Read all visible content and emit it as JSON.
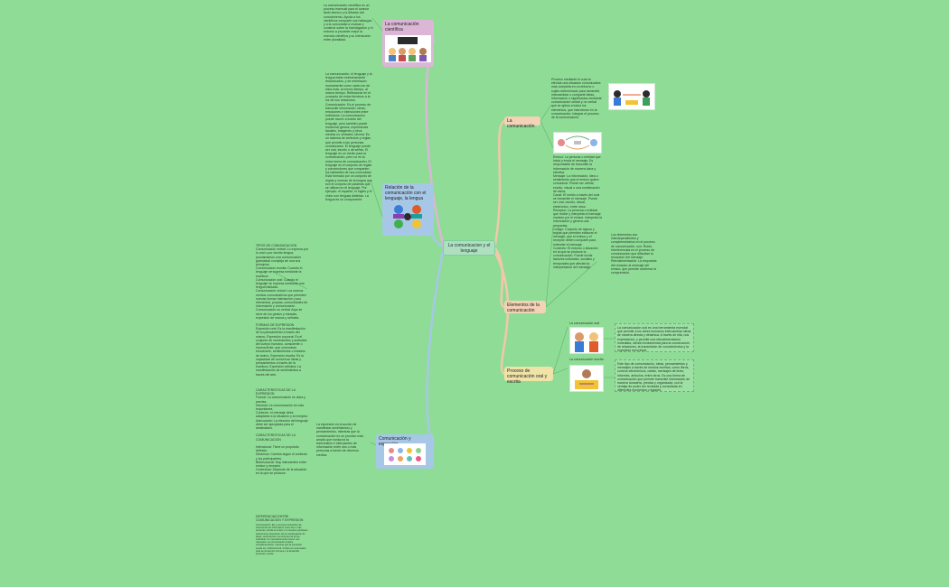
{
  "root": {
    "label": "La comunicacion y el lenguaje"
  },
  "topics": {
    "comunicacion": "La comunicación",
    "elementos": "Elementos de la comunicación",
    "proceso": "Proceso de comunicación oral y escrita",
    "cientifica": "La comunicación científica",
    "relacion": "Relación de la comunicación con el lenguaje, la lengua",
    "expresion": "Comunicación y expresión"
  },
  "texts": {
    "cientifica": "La comunicación científica es un proceso esencial para el avance tanto técnico y la difusión del conocimiento. Ayuda a los científicos compartir sus hallazgos y a la comunidad a evaluar y construir sobre la investigación y el entorno a proceder mejor la esencia científica y su interacción entre pluralidad.",
    "relacion": "La comunicación, el lenguaje y la lengua están estrechamente relacionados, y se entrelazan mutuamente como cada uno de ellos está, al mismo tiempo, al mismo tiempo. Reflexionar en el concepto de estos términos a la luz de sus relaciones: Comunicación: Es el proceso de transmitir información, ideas, emociones e intenciones entre individuos. La comunicación puede ocurrir a través del lenguaje, pero también puede involucrar gestos, expresiones faciales, imágenes y otros medios no verbales. Idioma: Es un sistema de símbolos y reglas que permite a las personas comunicarse. El lenguaje puede ser oral, escrito o de señas. El lenguaje es un medio para la comunicación, pero no es la única forma de comunicación. El lenguaje es el conjunto de reglas y convenciones que comparten los hablantes de una comunidad. Está formado por un conjunto de reglas y normas de la lengua que son el conjunto de palabras que se utilizan en el lenguaje. Por ejemplo: el español, el inglés y el chino son lenguas distintas. La lengua es un componente.",
    "comunicacion": "Proceso mediante el cual se efectúa una situación comunicativa más completa en un entorno o sujeto determinado para transmitir, intercambiar o compartir ideas, información o significados mediante comunicación verbal y no verbal que se aplica a todos los elementos, que intervienen en la comunicación. Integrar el proceso de la comunicación.",
    "elementos": "Emisor: La persona o entidad que inicia y envía el mensaje. Es responsable de transmitir la información de manera clara y efectiva.\nMensaje: La información, idea o sentimiento que el emisor quiere comunicar. Puede ser verbal, escrito, visual o una combinación de estos.\nCanal: El medio a través del cual se transmite el mensaje. Puede ser oral, escrito, visual, electrónico, entre otros.\nReceptor: La persona o entidad que recibe y interpreta el mensaje enviado por el emisor. Interpreta la información y genera una respuesta.\nCódigo: Conjunto de signos y reglas que permiten elaborar el mensaje, que el emisor y el receptor deben compartir para entender el mensaje.\nContexto: El entorno o situación en la que se produce la comunicación. Puede incluir factores culturales, sociales y temporales que afectan la interpretación del mensaje.",
    "elementos_side": "Los elementos son interdependientes y complementarios en el proceso de comunicación, son: Ruido: Interferencias en el proceso de comunicación que dificultan la recepción del mensaje. Retroalimentación: La respuesta del receptor al mensaje del emisor, que permite confirmar la comprensión.",
    "tipos": "TIPOS DE COMUNICACION\nComunicación verbal: Lo expresa por lo oral o por escrito lengua, proclamamos una comunicación gramatical compleja de una sus principios.\nComunicación escrita: Cuando el lenguaje se expresa mediante la escritura.\nComunicación oral: Cuando el lenguaje se expresa mediante una lengua hablada.\nComunicación virtual: Los nuevos medios comunicativos que permiten nuevas formas interacción y sus elementos, propias, comunidades de información y comunicación.\nComunicación no verbal: Aquí se sirve de los gestos y miradas, expresión de manos y señales.",
    "formas": "FORMAS DE EXPRESION\nExpresión oral: Es la manifestación de su pensamiento a través del mismo. Expresión corporal: Es el conjunto de movimientos y actitudes del cuerpo humano, consciente o inconsciente, que comunican emociones, sentimientos o estados de ánimo. Expresión escrita: Es la capacidad de comunicar ideas y pensamientos a través de la escritura. Expresión artística: La manifestación de sentimientos a través del arte.",
    "caracteristicas": "CARACTERISTICAS DE LA EXPRESION\nFormal: La comunicación es clara y precisa.\nInformal: La comunicación es más espontánea.\nContexto: el mensaje debe adaptarse a la situación y al receptor.\nAdecuación: La elección del lenguaje debe ser apropiada para el destinatario.\n\nCARACTERISTICAS DE LA COMUNICACION\n\nIntencional: Tiene un propósito definido.\nDinámica: Cambia según el contexto y los participantes.\nBidireccional: Hay intercambio entre emisor y receptor.\nContextual: Depende de la situación en la que se produce.",
    "diferencias": "DIFERENCIAS ENTRE COMUNICACION Y EXPRESION",
    "diferencias_body": "Comunicación: Es un proceso interactivo de intercambio de información entre dos o más personas, donde el emisor y el receptor participan activamente. Expresión: Es la manifestación de ideas, sentimientos o emociones de forma individual, sin necesariamente buscar una respuesta. La comunicación implica retroalimentación, mientras que la expresión puede ser unidireccional. Ambas son esenciales para la interacción humana y el desarrollo personal y social.",
    "expresion": "La expresión es la acción de manifestar sentimientos y pensamientos, mientras que la comunicación es un proceso más amplio que involucra la transmisión e intercambio de información entre dos o más personas a través de diversos medios.",
    "oral_label": "La comunicación oral",
    "escrita_label": "La comunicación escrita",
    "oral_note": "La comunicación oral es una herramienta esencial que permite a los seres humanos intercambiar ideas de manera directa y dinámica. A través de ella, nos expresamos, y permite una retroalimentación inmediata, siendo fundamental para la construcción de relaciones, la transmisión de conocimientos y la expresión emocional.",
    "escrita_note": "Este tipo de comunicación, ideas, pensamientos y mensajes a través de medios escritos, como libros, correos electrónicos, cartas, mensajes de texto, informes, artículos, entre otros. Es una forma de comunicación que permite transmitir información de manera duradera, precisa y organizada, con la ventaja de poder ser revisada y consultada en diferentes momentos o lugares."
  },
  "illustrations": {
    "people-icons": "people-illustration",
    "emisor-receptor": "emisor-receptor-diagram",
    "hands": "communication-hands-illustration"
  },
  "colors": {
    "background": "#8fdc96",
    "link_peach": "#f2c9a8",
    "link_blue": "#a6c8e6",
    "link_pink": "#dcb6d6"
  }
}
